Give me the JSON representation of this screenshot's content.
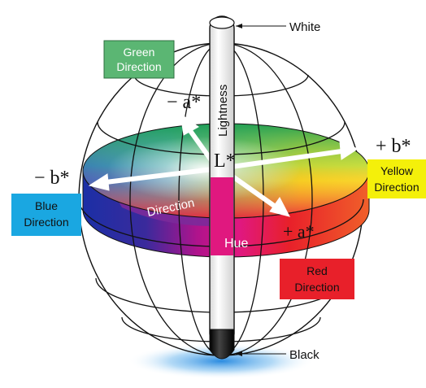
{
  "labels": {
    "white": "White",
    "black": "Black",
    "lightness": "Lightness",
    "l_star": "L*",
    "minus_a": "− a*",
    "plus_a": "+ a*",
    "minus_b": "− b*",
    "plus_b": "+ b*",
    "direction": "Direction",
    "hue": "Hue"
  },
  "boxes": {
    "green": {
      "line1": "Green",
      "line2": "Direction",
      "color": "#5bb673"
    },
    "yellow": {
      "line1": "Yellow",
      "line2": "Direction",
      "color": "#f4f00a"
    },
    "blue": {
      "line1": "Blue",
      "line2": "Direction",
      "color": "#1aa7e1"
    },
    "red": {
      "line1": "Red",
      "line2": "Direction",
      "color": "#e8202a"
    }
  },
  "colors": {
    "magenta": "#e0187f",
    "blue_band": "#1b2fa6",
    "purple": "#7b2a9a",
    "red_band": "#e12a2e"
  }
}
